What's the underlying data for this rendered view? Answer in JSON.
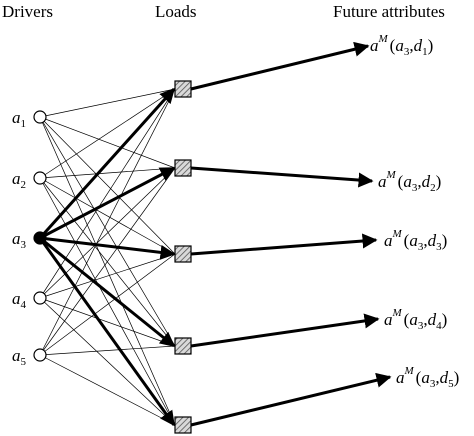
{
  "headers": {
    "drivers": "Drivers",
    "loads": "Loads",
    "future": "Future attributes"
  },
  "drivers": [
    {
      "sym": "a",
      "sub": "1",
      "selected": false
    },
    {
      "sym": "a",
      "sub": "2",
      "selected": false
    },
    {
      "sym": "a",
      "sub": "3",
      "selected": true
    },
    {
      "sym": "a",
      "sub": "4",
      "selected": false
    },
    {
      "sym": "a",
      "sub": "5",
      "selected": false
    }
  ],
  "loads_count": 5,
  "outcomes": [
    {
      "sym": "a",
      "sup": "M",
      "open": "(",
      "arg1": "a",
      "arg1_sub": "3",
      "comma": ",",
      "arg2": "d",
      "arg2_sub": "1",
      "close": ")"
    },
    {
      "sym": "a",
      "sup": "M",
      "open": "(",
      "arg1": "a",
      "arg1_sub": "3",
      "comma": ",",
      "arg2": "d",
      "arg2_sub": "2",
      "close": ")"
    },
    {
      "sym": "a",
      "sup": "M",
      "open": "(",
      "arg1": "a",
      "arg1_sub": "3",
      "comma": ",",
      "arg2": "d",
      "arg2_sub": "3",
      "close": ")"
    },
    {
      "sym": "a",
      "sup": "M",
      "open": "(",
      "arg1": "a",
      "arg1_sub": "3",
      "comma": ",",
      "arg2": "d",
      "arg2_sub": "4",
      "close": ")"
    },
    {
      "sym": "a",
      "sup": "M",
      "open": "(",
      "arg1": "a",
      "arg1_sub": "3",
      "comma": ",",
      "arg2": "d",
      "arg2_sub": "5",
      "close": ")"
    }
  ],
  "colors": {
    "line": "#000000",
    "hatch": "#666666",
    "box_fill": "#d9d9d9"
  }
}
